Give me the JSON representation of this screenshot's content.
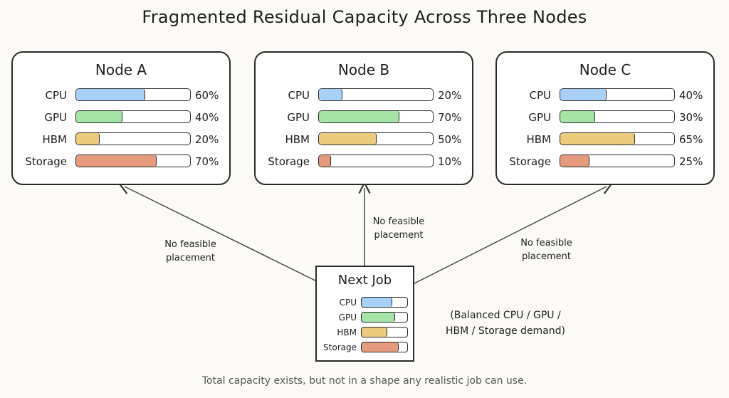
{
  "title": "Fragmented Residual Capacity Across Three Nodes",
  "colors": {
    "cpu": "#a9d1f7",
    "gpu": "#a6e3a6",
    "hbm": "#ebcb7c",
    "storage": "#e59a7e"
  },
  "nodes": [
    {
      "name": "Node A",
      "resources": [
        {
          "label": "CPU",
          "pct_text": "60%",
          "value": 0.6
        },
        {
          "label": "GPU",
          "pct_text": "40%",
          "value": 0.4
        },
        {
          "label": "HBM",
          "pct_text": "20%",
          "value": 0.2
        },
        {
          "label": "Storage",
          "pct_text": "70%",
          "value": 0.7
        }
      ]
    },
    {
      "name": "Node B",
      "resources": [
        {
          "label": "CPU",
          "pct_text": "20%",
          "value": 0.2
        },
        {
          "label": "GPU",
          "pct_text": "70%",
          "value": 0.7
        },
        {
          "label": "HBM",
          "pct_text": "50%",
          "value": 0.5
        },
        {
          "label": "Storage",
          "pct_text": "10%",
          "value": 0.1
        }
      ]
    },
    {
      "name": "Node C",
      "resources": [
        {
          "label": "CPU",
          "pct_text": "40%",
          "value": 0.4
        },
        {
          "label": "GPU",
          "pct_text": "30%",
          "value": 0.3
        },
        {
          "label": "HBM",
          "pct_text": "65%",
          "value": 0.65
        },
        {
          "label": "Storage",
          "pct_text": "25%",
          "value": 0.25
        }
      ]
    }
  ],
  "job": {
    "title": "Next Job",
    "resources": [
      {
        "label": "CPU",
        "value": 0.66
      },
      {
        "label": "GPU",
        "value": 0.72
      },
      {
        "label": "HBM",
        "value": 0.54
      },
      {
        "label": "Storage",
        "value": 0.8
      }
    ]
  },
  "annotations": {
    "left": {
      "line1": "No feasible",
      "line2": "placement"
    },
    "middle": {
      "line1": "No feasible",
      "line2": "placement"
    },
    "right": {
      "line1": "No feasible",
      "line2": "placement"
    }
  },
  "demand_note": {
    "line1": "(Balanced CPU / GPU /",
    "line2": "HBM / Storage demand)"
  },
  "footer": "Total capacity exists, but not in a shape any realistic job can use."
}
